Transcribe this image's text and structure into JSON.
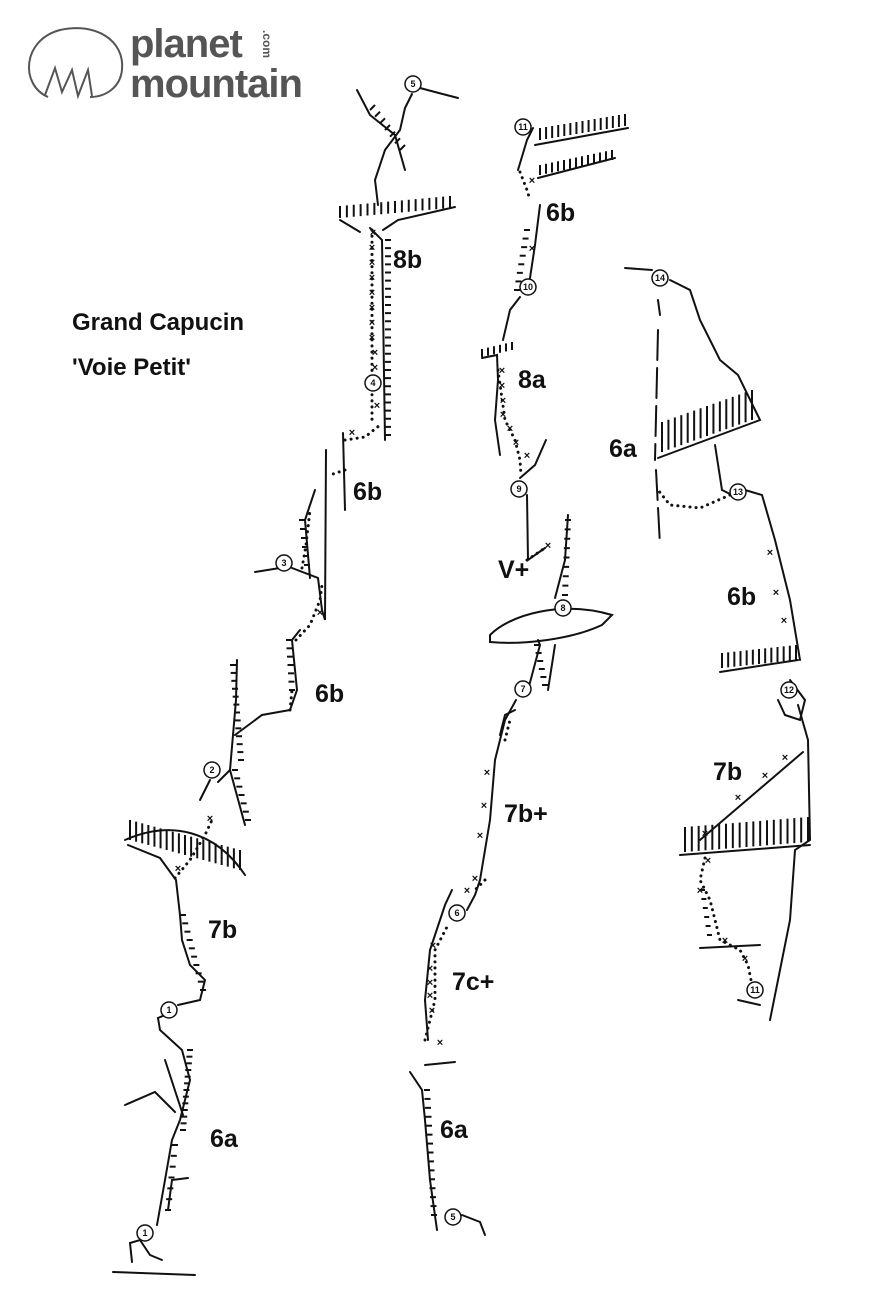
{
  "logo": {
    "line1": "planet",
    "line2": "mountain",
    "suffix": ".com"
  },
  "title": {
    "line1": "Grand Capucin",
    "line2": "'Voie Petit'"
  },
  "grades": {
    "left": [
      "6a",
      "7b",
      "6b",
      "6b",
      "8b"
    ],
    "middle": [
      "6a",
      "7c+",
      "7b+",
      "V+",
      "8a",
      "6b"
    ],
    "right": [
      "7b",
      "6b",
      "6a"
    ]
  },
  "belays": {
    "left": [
      "1",
      "1",
      "2",
      "3",
      "4",
      "5"
    ],
    "middle": [
      "5",
      "6",
      "7",
      "8",
      "9",
      "10",
      "11"
    ],
    "right": [
      "11",
      "12",
      "13",
      "14"
    ]
  }
}
